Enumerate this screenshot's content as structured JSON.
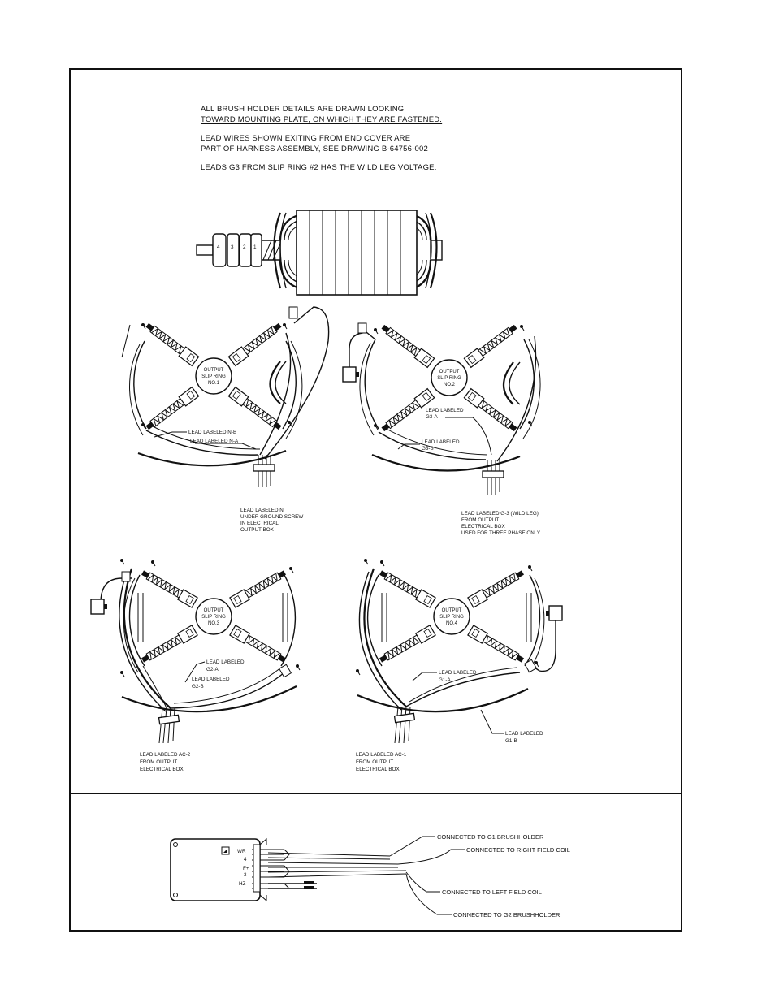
{
  "notes": {
    "line1a": "ALL BRUSH HOLDER DETAILS ARE DRAWN LOOKING",
    "line1b": "TOWARD MOUNTING PLATE, ON WHICH THEY ARE FASTENED.",
    "line2a": "LEAD WIRES SHOWN EXITING FROM END COVER ARE",
    "line2b": "PART OF HARNESS ASSEMBLY, SEE DRAWING B-64756-002",
    "line3": "LEADS G3 FROM SLIP RING #2 HAS THE WILD LEG VOLTAGE."
  },
  "rotor": {
    "ring_numbers": [
      "4",
      "3",
      "2",
      "1"
    ]
  },
  "rings": [
    {
      "hub": [
        "OUTPUT",
        "SLIP RING",
        "NO.1"
      ],
      "label_a": [
        "LEAD LABELED N-B"
      ],
      "label_b": [
        "LEAD LABELED N-A"
      ],
      "bottom": [
        "LEAD LABELED N",
        "UNDER GROUND SCREW",
        "IN ELECTRICAL",
        "OUTPUT BOX"
      ]
    },
    {
      "hub": [
        "OUTPUT",
        "SLIP RING",
        "NO.2"
      ],
      "label_a": [
        "LEAD LABELED",
        "G3-A"
      ],
      "label_b": [
        "LEAD LABELED",
        "G3-B"
      ],
      "bottom": [
        "LEAD LABELED G-3 (WILD LEG)",
        "FROM OUTPUT",
        "ELECTRICAL BOX",
        "USED FOR THREE PHASE ONLY"
      ]
    },
    {
      "hub": [
        "OUTPUT",
        "SLIP RING",
        "NO.3"
      ],
      "label_a": [
        "LEAD LABELED",
        "G2-A"
      ],
      "label_b": [
        "LEAD LABELED",
        "G2-B"
      ],
      "bottom": [
        "LEAD LABELED AC-2",
        "FROM OUTPUT",
        "ELECTRICAL BOX"
      ]
    },
    {
      "hub": [
        "OUTPUT",
        "SLIP RING",
        "NO.4"
      ],
      "label_a": [
        "LEAD LABELED",
        "G1-A"
      ],
      "label_b": [
        "LEAD LABELED",
        "G1-B"
      ],
      "bottom": [
        "LEAD LABELED AC-1",
        "FROM OUTPUT",
        "ELECTRICAL BOX"
      ]
    }
  ],
  "regulator": {
    "terminals": [
      "WR",
      "4",
      "F+",
      "3",
      "HZ"
    ],
    "connections": [
      "CONNECTED TO G1 BRUSHHOLDER",
      "CONNECTED TO RIGHT FIELD COIL",
      "CONNECTED TO LEFT FIELD COIL",
      "CONNECTED TO G2 BRUSHHOLDER"
    ]
  }
}
